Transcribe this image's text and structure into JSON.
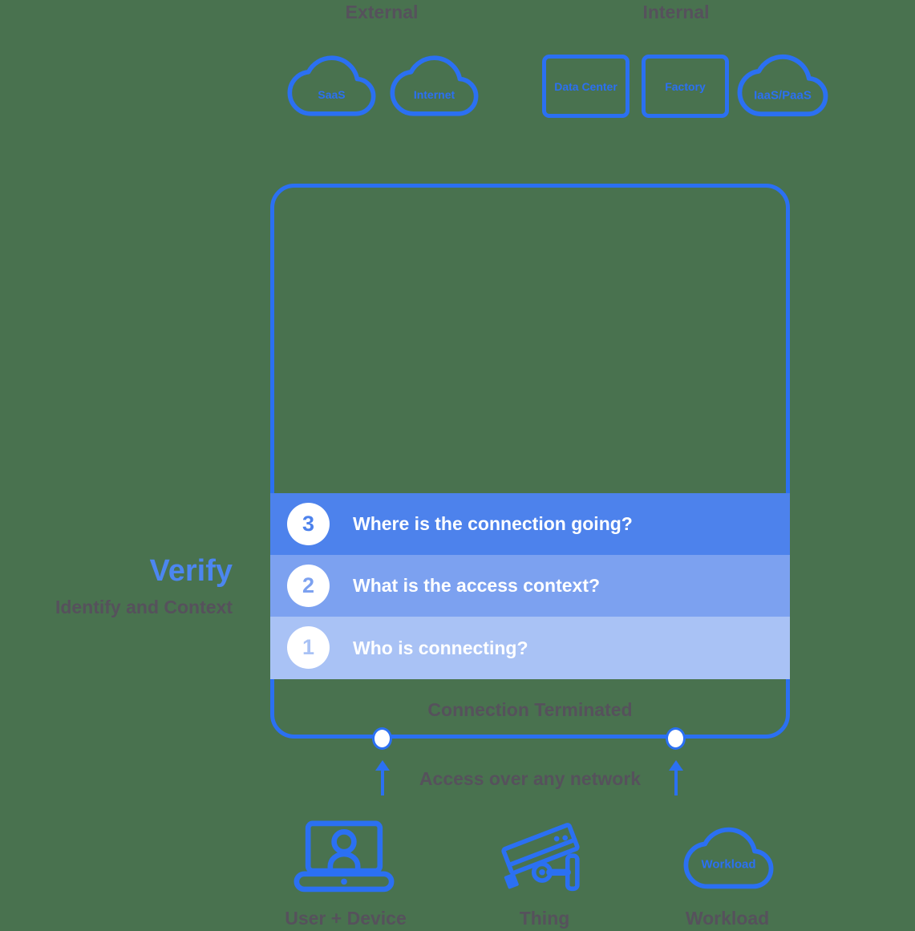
{
  "colors": {
    "background": "#49724F",
    "stroke_blue": "#2B70F2",
    "verify_blue": "#4C86F0",
    "bar3": "#4D82EC",
    "bar2": "#7CA1F0",
    "bar1": "#A9C2F5",
    "gray_text": "#56515C",
    "white": "#FFFFFF"
  },
  "top": {
    "external_label": "External",
    "internal_label": "Internal",
    "external_nodes": [
      {
        "icon": "cloud-icon",
        "label": "SaaS"
      },
      {
        "icon": "cloud-icon",
        "label": "Internet"
      }
    ],
    "internal_nodes": [
      {
        "icon": "box-icon",
        "label": "Data Center"
      },
      {
        "icon": "box-icon",
        "label": "Factory"
      },
      {
        "icon": "cloud-icon",
        "label": "IaaS/PaaS"
      }
    ]
  },
  "verify": {
    "title": "Verify",
    "subtitle": "Identify and Context"
  },
  "steps": [
    {
      "number": "3",
      "question": "Where is the connection going?"
    },
    {
      "number": "2",
      "question": "What is the access context?"
    },
    {
      "number": "1",
      "question": "Who is connecting?"
    }
  ],
  "boundary": {
    "connection_terminated": "Connection Terminated",
    "access_label": "Access over any network"
  },
  "sources": [
    {
      "icon": "laptop-user-icon",
      "label": "User + Device"
    },
    {
      "icon": "security-camera-icon",
      "label": "Thing"
    },
    {
      "icon": "cloud-icon",
      "cloud_text": "Workload",
      "label": "Workload"
    }
  ]
}
